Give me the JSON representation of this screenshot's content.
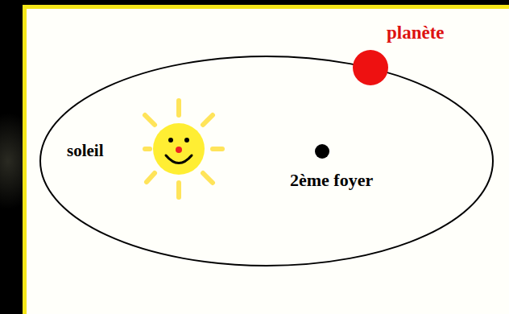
{
  "diagram": {
    "labels": [
      "planète",
      "soleil",
      "2ème foyer"
    ]
  }
}
